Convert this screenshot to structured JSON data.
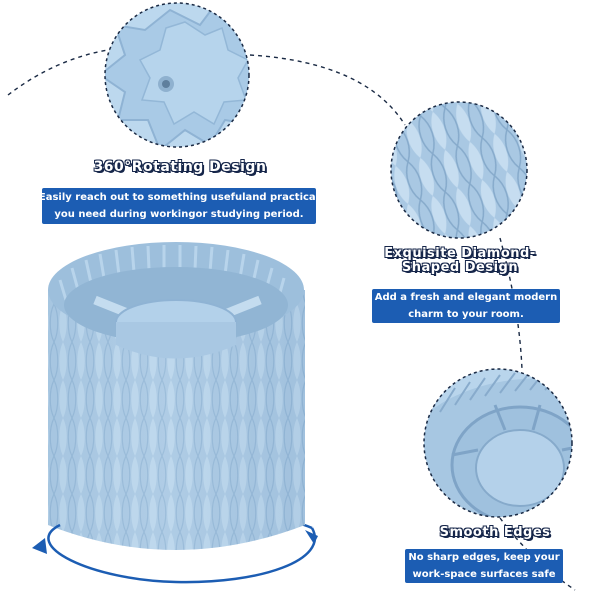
{
  "features": [
    {
      "title": "360°Rotating Design",
      "description_lines": [
        "Easily reach out to something usefuland practical",
        "you need during workingor studying period."
      ]
    },
    {
      "title_lines": [
        "Exquisite Diamond-",
        "Shaped Design"
      ],
      "description_lines": [
        "Add a fresh and elegant modern",
        "charm to your room."
      ]
    },
    {
      "title": "Smooth Edges",
      "description_lines": [
        "No sharp edges, keep your",
        "work-space surfaces safe"
      ]
    }
  ],
  "colors": {
    "product": "#a7c7e2",
    "product_shadow": "#7ea6c9",
    "accent_box": "#1c5db3",
    "dashed_line": "#1a2a44",
    "rotation_arrow": "#1c5db3"
  },
  "icons": [
    "rotation-arrow-icon"
  ]
}
